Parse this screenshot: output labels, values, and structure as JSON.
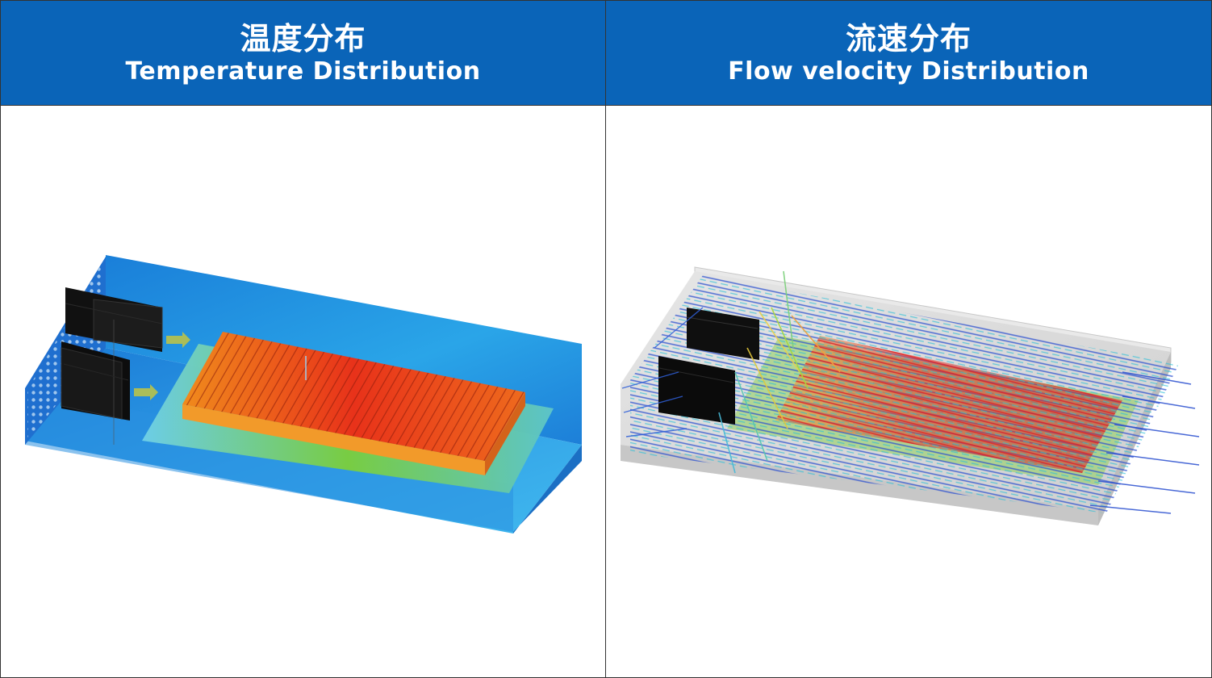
{
  "panels": [
    {
      "title_jp": "温度分布",
      "title_en": "Temperature Distribution",
      "image_icon": "temperature-distribution-simulation-image"
    },
    {
      "title_jp": "流速分布",
      "title_en": "Flow velocity Distribution",
      "image_icon": "flow-velocity-simulation-image"
    }
  ],
  "colors": {
    "header_bg": "#0a64b8",
    "header_text": "#ffffff",
    "border": "#333333",
    "hot": "#e8321a",
    "warm": "#f59a1a",
    "cool_blue": "#1f86e0",
    "mid_green": "#7ccf3a"
  }
}
